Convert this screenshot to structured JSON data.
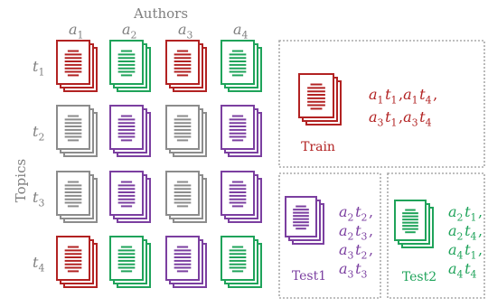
{
  "axes": {
    "authors_label": "Authors",
    "topics_label": "Topics",
    "authors": [
      {
        "base": "a",
        "sub": "1"
      },
      {
        "base": "a",
        "sub": "2"
      },
      {
        "base": "a",
        "sub": "3"
      },
      {
        "base": "a",
        "sub": "4"
      }
    ],
    "topics": [
      {
        "base": "t",
        "sub": "1"
      },
      {
        "base": "t",
        "sub": "2"
      },
      {
        "base": "t",
        "sub": "3"
      },
      {
        "base": "t",
        "sub": "4"
      }
    ]
  },
  "colors": {
    "train": "#b22222",
    "test1": "#7b3fa0",
    "test2": "#1fa35a",
    "unused": "#8c8c8c",
    "label": "#7f7f7f",
    "divider": "#aaaaaa"
  },
  "grid": {
    "cells": [
      [
        "train",
        "test2",
        "train",
        "test2"
      ],
      [
        "unused",
        "test1",
        "unused",
        "test1"
      ],
      [
        "unused",
        "test1",
        "unused",
        "test1"
      ],
      [
        "train",
        "test2",
        "test1",
        "test2"
      ]
    ]
  },
  "legend": {
    "train": {
      "title": "Train",
      "line1": [
        {
          "b": "a",
          "s": "1"
        },
        {
          "b": "t",
          "s": "1"
        },
        {
          "p": ","
        },
        {
          "b": "a",
          "s": "1"
        },
        {
          "b": "t",
          "s": "4"
        },
        {
          "p": ","
        }
      ],
      "line2": [
        {
          "b": "a",
          "s": "3"
        },
        {
          "b": "t",
          "s": "1"
        },
        {
          "p": ","
        },
        {
          "b": "a",
          "s": "3"
        },
        {
          "b": "t",
          "s": "4"
        }
      ]
    },
    "test1": {
      "title": "Test1",
      "lines": [
        [
          {
            "b": "a",
            "s": "2"
          },
          {
            "b": "t",
            "s": "2"
          },
          {
            "p": ","
          }
        ],
        [
          {
            "b": "a",
            "s": "2"
          },
          {
            "b": "t",
            "s": "3"
          },
          {
            "p": ","
          }
        ],
        [
          {
            "b": "a",
            "s": "3"
          },
          {
            "b": "t",
            "s": "2"
          },
          {
            "p": ","
          }
        ],
        [
          {
            "b": "a",
            "s": "3"
          },
          {
            "b": "t",
            "s": "3"
          }
        ]
      ]
    },
    "test2": {
      "title": "Test2",
      "lines": [
        [
          {
            "b": "a",
            "s": "2"
          },
          {
            "b": "t",
            "s": "1"
          },
          {
            "p": ","
          }
        ],
        [
          {
            "b": "a",
            "s": "2"
          },
          {
            "b": "t",
            "s": "4"
          },
          {
            "p": ","
          }
        ],
        [
          {
            "b": "a",
            "s": "4"
          },
          {
            "b": "t",
            "s": "1"
          },
          {
            "p": ","
          }
        ],
        [
          {
            "b": "a",
            "s": "4"
          },
          {
            "b": "t",
            "s": "4"
          }
        ]
      ]
    }
  }
}
